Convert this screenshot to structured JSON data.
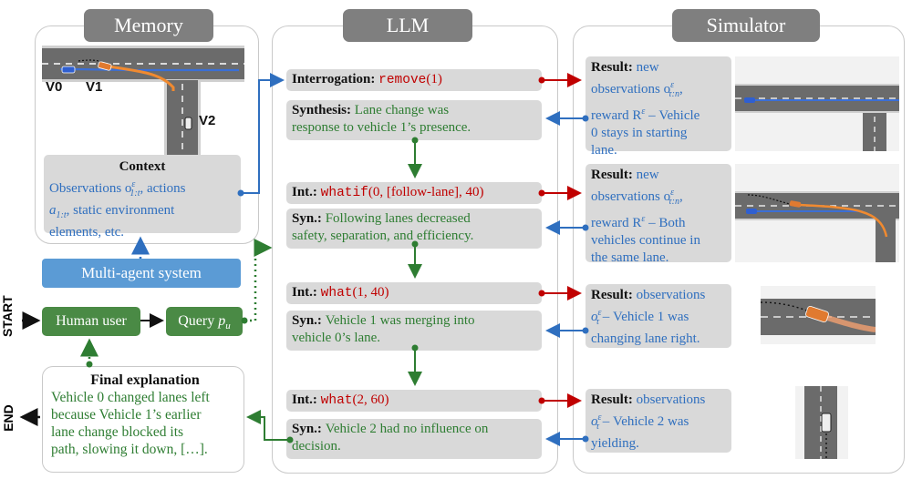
{
  "memory": {
    "title": "Memory",
    "labels": {
      "v0": "V0",
      "v1": "V1",
      "v2": "V2"
    },
    "context": {
      "title": "Context",
      "line1": "Observations o",
      "line1_sup": "ε",
      "line1_sub": "1:t",
      "line1_tail": ", actions",
      "line2_var": "a",
      "line2_sub": "1:t",
      "line2_tail": ", static environment",
      "line3": "elements, etc."
    }
  },
  "mas": {
    "label": "Multi-agent system"
  },
  "side": {
    "start": "START",
    "end": "END"
  },
  "human": {
    "label": "Human user"
  },
  "query": {
    "label": "Query ",
    "var": "p",
    "sub": "u"
  },
  "final": {
    "title": "Final explanation",
    "lines": [
      "Vehicle 0 changed lanes left",
      "because Vehicle 1’s earlier",
      "lane change blocked its",
      "path, slowing it down, […]."
    ]
  },
  "llm": {
    "title": "LLM",
    "steps": [
      {
        "int_label": "Interrogation: ",
        "int_code": "remove",
        "int_args": "(1)",
        "syn_label": "Synthesis: ",
        "syn_lines": [
          "Lane change was",
          "response to vehicle 1’s presence."
        ]
      },
      {
        "int_label": "Int.: ",
        "int_code": "whatif",
        "int_args": "(0, [follow-lane], 40)",
        "syn_label": "Syn.: ",
        "syn_lines": [
          "Following lanes decreased",
          "safety, separation, and efficiency."
        ]
      },
      {
        "int_label": "Int.: ",
        "int_code": "what",
        "int_args": "(1, 40)",
        "syn_label": "Syn.: ",
        "syn_lines": [
          "Vehicle 1 was merging into",
          "vehicle 0’s lane."
        ]
      },
      {
        "int_label": "Int.: ",
        "int_code": "what",
        "int_args": "(2, 60)",
        "syn_label": "Syn.: ",
        "syn_lines": [
          "Vehicle 2 had no influence on",
          "decision."
        ]
      }
    ]
  },
  "simulator": {
    "title": "Simulator",
    "results": [
      {
        "label": "Result: ",
        "lines": [
          "new",
          "observations o",
          "reward R",
          "0 stays in starting",
          "lane."
        ],
        "obs_sup": "ε",
        "obs_sub": "τ:n",
        "r_sup": "ε",
        "r_tail": " – Vehicle"
      },
      {
        "label": "Result: ",
        "lines": [
          "new",
          "observations o",
          "reward R",
          "vehicles continue in",
          "the same lane."
        ],
        "obs_sup": "ε",
        "obs_sub": "τ:n",
        "r_sup": "ε",
        "r_tail": " – Both"
      },
      {
        "label": "Result: ",
        "lines": [
          "observations",
          "o",
          " – Vehicle 1 was",
          "changing lane right."
        ],
        "obs_sup": "ε",
        "obs_sub": "τ"
      },
      {
        "label": "Result: ",
        "lines": [
          "observations",
          "o",
          " – Vehicle 2 was",
          "yielding."
        ],
        "obs_sup": "ε",
        "obs_sub": "τ"
      }
    ]
  },
  "colors": {
    "blue_arrow": "#2f6fbf",
    "red_arrow": "#c00000",
    "green_arrow": "#2e7d32",
    "header_gray": "#7f7f7f",
    "box_gray": "#d9d9d9",
    "green_box": "#4a8a45",
    "mas_blue": "#5b9bd5"
  }
}
